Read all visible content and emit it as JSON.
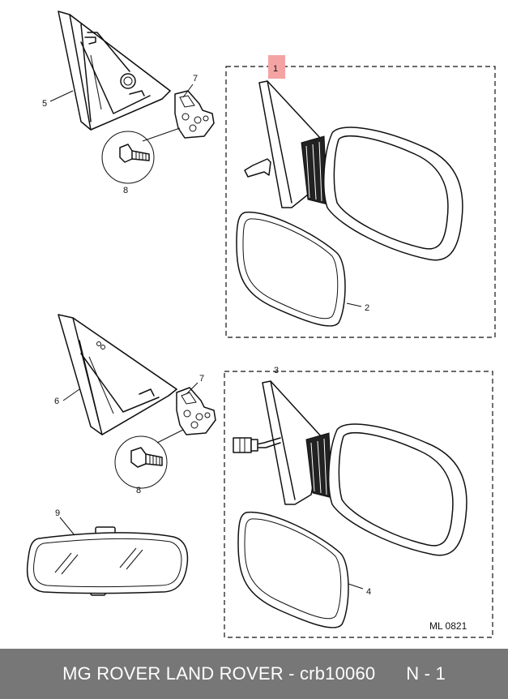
{
  "callouts": {
    "c1": "1",
    "c2": "2",
    "c3": "3",
    "c4": "4",
    "c5": "5",
    "c6": "6",
    "c7a": "7",
    "c7b": "7",
    "c8a": "8",
    "c8b": "8",
    "c9": "9"
  },
  "diagram_code": "ML 0821",
  "highlight_color": "#f4a3a3",
  "footer": {
    "brand_part": "MG ROVER LAND ROVER - crb10060",
    "page_ref": "N - 1",
    "background": "#777777"
  }
}
